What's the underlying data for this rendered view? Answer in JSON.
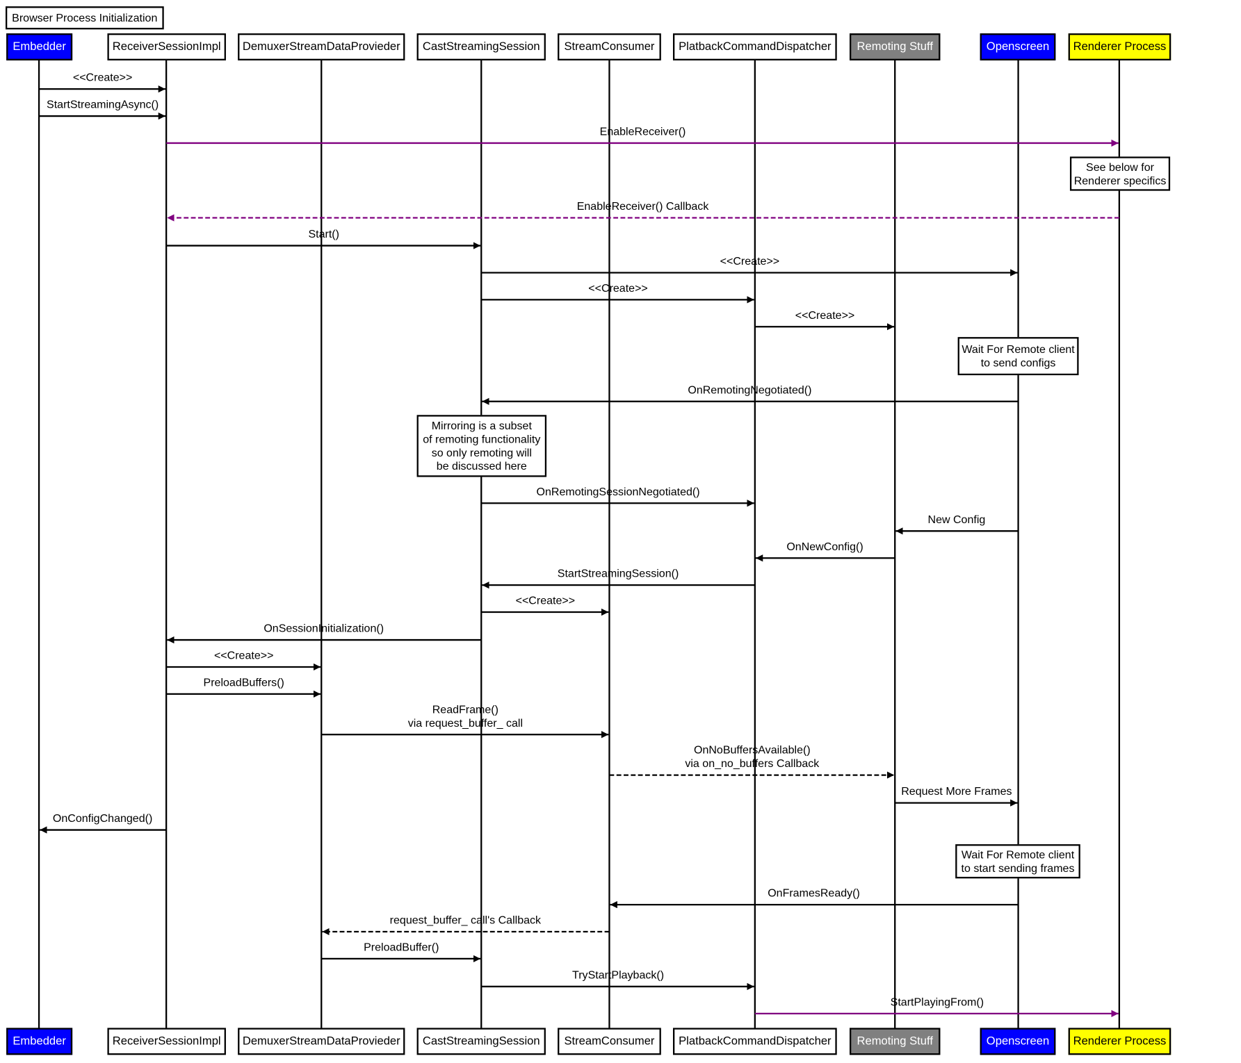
{
  "diagram_title": "Browser Process Initialization",
  "colors": {
    "blue": "#0000ff",
    "gray": "#808080",
    "yellow": "#ffff00",
    "white": "#ffffff",
    "purple": "#800080",
    "black": "#000000"
  },
  "participants": [
    {
      "id": "embedder",
      "label": "Embedder",
      "fill": "blue",
      "text_color": "white"
    },
    {
      "id": "receiver",
      "label": "ReceiverSessionImpl",
      "fill": "white",
      "text_color": "black"
    },
    {
      "id": "demuxer",
      "label": "DemuxerStreamDataProvieder",
      "fill": "white",
      "text_color": "black"
    },
    {
      "id": "cast",
      "label": "CastStreamingSession",
      "fill": "white",
      "text_color": "black"
    },
    {
      "id": "consumer",
      "label": "StreamConsumer",
      "fill": "white",
      "text_color": "black"
    },
    {
      "id": "dispatcher",
      "label": "PlatbackCommandDispatcher",
      "fill": "white",
      "text_color": "black"
    },
    {
      "id": "remoting",
      "label": "Remoting Stuff",
      "fill": "gray",
      "text_color": "white"
    },
    {
      "id": "openscreen",
      "label": "Openscreen",
      "fill": "blue",
      "text_color": "white"
    },
    {
      "id": "renderer",
      "label": "Renderer Process",
      "fill": "yellow",
      "text_color": "black"
    }
  ],
  "messages": [
    {
      "from": "embedder",
      "to": "receiver",
      "label": [
        "<<Create>>"
      ],
      "style": "solid",
      "color": "black"
    },
    {
      "from": "embedder",
      "to": "receiver",
      "label": [
        "StartStreamingAsync()"
      ],
      "style": "solid",
      "color": "black"
    },
    {
      "from": "receiver",
      "to": "renderer",
      "label": [
        "EnableReceiver()"
      ],
      "style": "solid",
      "color": "purple"
    },
    {
      "from": "renderer",
      "to": "receiver",
      "label": [
        "EnableReceiver() Callback"
      ],
      "style": "dashed",
      "color": "purple"
    },
    {
      "from": "receiver",
      "to": "cast",
      "label": [
        "Start()"
      ],
      "style": "solid",
      "color": "black"
    },
    {
      "from": "cast",
      "to": "openscreen",
      "label": [
        "<<Create>>"
      ],
      "style": "solid",
      "color": "black"
    },
    {
      "from": "cast",
      "to": "dispatcher",
      "label": [
        "<<Create>>"
      ],
      "style": "solid",
      "color": "black"
    },
    {
      "from": "dispatcher",
      "to": "remoting",
      "label": [
        "<<Create>>"
      ],
      "style": "solid",
      "color": "black"
    },
    {
      "from": "openscreen",
      "to": "cast",
      "label": [
        "OnRemotingNegotiated()"
      ],
      "style": "solid",
      "color": "black"
    },
    {
      "from": "cast",
      "to": "dispatcher",
      "label": [
        "OnRemotingSessionNegotiated()"
      ],
      "style": "solid",
      "color": "black"
    },
    {
      "from": "openscreen",
      "to": "remoting",
      "label": [
        "New Config"
      ],
      "style": "solid",
      "color": "black"
    },
    {
      "from": "remoting",
      "to": "dispatcher",
      "label": [
        "OnNewConfig()"
      ],
      "style": "solid",
      "color": "black"
    },
    {
      "from": "dispatcher",
      "to": "cast",
      "label": [
        "StartStreamingSession()"
      ],
      "style": "solid",
      "color": "black"
    },
    {
      "from": "cast",
      "to": "consumer",
      "label": [
        "<<Create>>"
      ],
      "style": "solid",
      "color": "black"
    },
    {
      "from": "cast",
      "to": "receiver",
      "label": [
        "OnSessionInitialization()"
      ],
      "style": "solid",
      "color": "black"
    },
    {
      "from": "receiver",
      "to": "demuxer",
      "label": [
        "<<Create>>"
      ],
      "style": "solid",
      "color": "black"
    },
    {
      "from": "receiver",
      "to": "demuxer",
      "label": [
        "PreloadBuffers()"
      ],
      "style": "solid",
      "color": "black"
    },
    {
      "from": "demuxer",
      "to": "consumer",
      "label": [
        "ReadFrame()",
        "via request_buffer_ call"
      ],
      "style": "solid",
      "color": "black"
    },
    {
      "from": "consumer",
      "to": "remoting",
      "label": [
        "OnNoBuffersAvailable()",
        "via on_no_buffers Callback"
      ],
      "style": "dashed",
      "color": "black"
    },
    {
      "from": "remoting",
      "to": "openscreen",
      "label": [
        "Request More Frames"
      ],
      "style": "solid",
      "color": "black"
    },
    {
      "from": "receiver",
      "to": "embedder",
      "label": [
        "OnConfigChanged()"
      ],
      "style": "solid",
      "color": "black"
    },
    {
      "from": "openscreen",
      "to": "consumer",
      "label": [
        "OnFramesReady()"
      ],
      "style": "solid",
      "color": "black"
    },
    {
      "from": "consumer",
      "to": "demuxer",
      "label": [
        "request_buffer_ call's Callback"
      ],
      "style": "dashed",
      "color": "black"
    },
    {
      "from": "demuxer",
      "to": "cast",
      "label": [
        "PreloadBuffer()"
      ],
      "style": "solid",
      "color": "black"
    },
    {
      "from": "cast",
      "to": "dispatcher",
      "label": [
        "TryStartPlayback()"
      ],
      "style": "solid",
      "color": "black"
    },
    {
      "from": "dispatcher",
      "to": "renderer",
      "label": [
        "StartPlayingFrom()"
      ],
      "style": "solid",
      "color": "purple"
    }
  ],
  "notes": [
    {
      "on": "renderer",
      "lines": [
        "See below for",
        "Renderer specifics"
      ]
    },
    {
      "on": "openscreen",
      "lines": [
        "Wait For Remote client",
        "to send configs"
      ]
    },
    {
      "on": "cast",
      "lines": [
        "Mirroring is a subset",
        "of remoting functionality",
        "so only remoting will",
        "be discussed here"
      ]
    },
    {
      "on": "openscreen",
      "lines": [
        "Wait For Remote client",
        "to start sending frames"
      ]
    }
  ]
}
